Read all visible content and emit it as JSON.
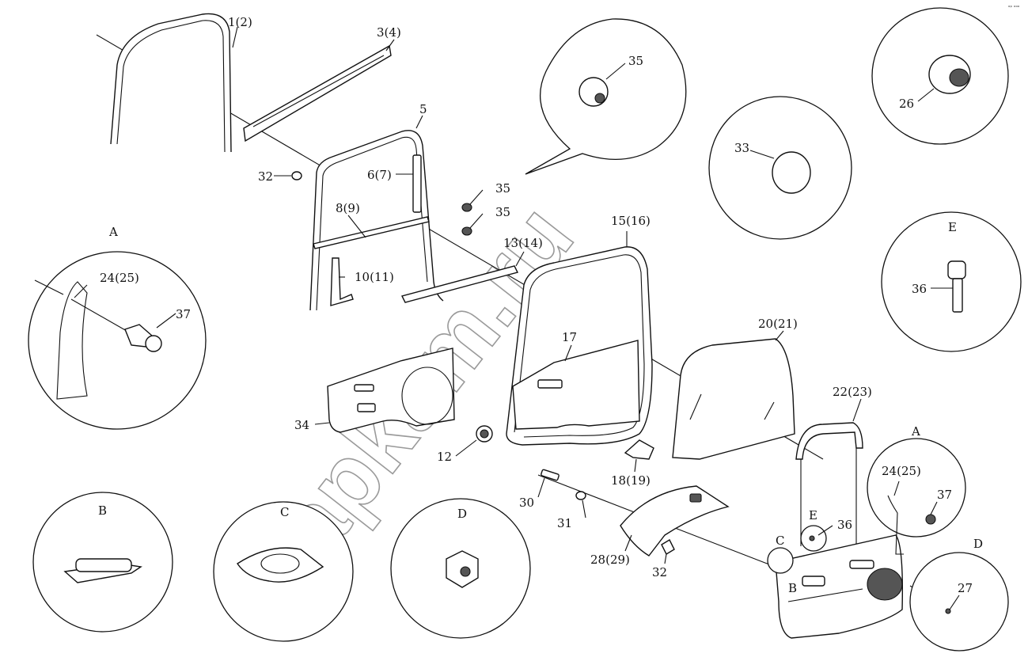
{
  "corner_mark": "ᵒᵖ ᵒᵒᵒ",
  "watermark": "zapkam.ru",
  "labels": {
    "p1": "1(2)",
    "p3": "3(4)",
    "p5": "5",
    "p6": "6(7)",
    "p8": "8(9)",
    "p10": "10(11)",
    "p12": "12",
    "p13": "13(14)",
    "p15": "15(16)",
    "p17": "17",
    "p18": "18(19)",
    "p20": "20(21)",
    "p22": "22(23)",
    "p24a": "24(25)",
    "p24b": "24(25)",
    "p26": "26",
    "p27": "27",
    "p28": "28(29)",
    "p30": "30",
    "p31": "31",
    "p32a": "32",
    "p32b": "32",
    "p33": "33",
    "p34": "34",
    "p35a": "35",
    "p35b": "35",
    "p35c": "35",
    "p36a": "36",
    "p36b": "36",
    "p37a": "37",
    "p37b": "37"
  },
  "detail_letters": {
    "a1": "A",
    "a2": "A",
    "b1": "B",
    "b2": "B",
    "c1": "C",
    "c2": "C",
    "d1": "D",
    "d2": "D",
    "e1": "E",
    "e2": "E"
  }
}
